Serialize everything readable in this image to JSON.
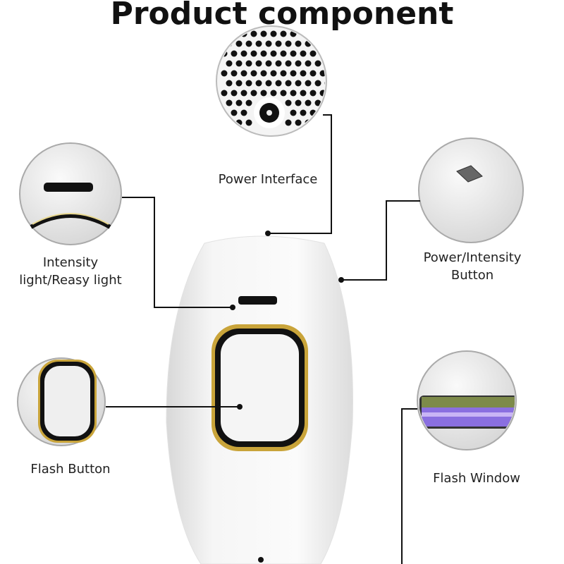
{
  "title": "Product component",
  "components": [
    {
      "id": "power-interface",
      "label": "Power Interface"
    },
    {
      "id": "intensity-light",
      "label_line1": "Intensity",
      "label_line2": "light/Reasy light"
    },
    {
      "id": "power-intensity-button",
      "label_line1": "Power/Intensity",
      "label_line2": "Button"
    },
    {
      "id": "flash-button",
      "label": "Flash Button"
    },
    {
      "id": "flash-window",
      "label": "Flash Window"
    }
  ],
  "colors": {
    "accent_gold": "#c9a43a",
    "leader_line": "#111111",
    "flash_purple": "#8a6fe0",
    "flash_green": "#7d8a4a"
  }
}
